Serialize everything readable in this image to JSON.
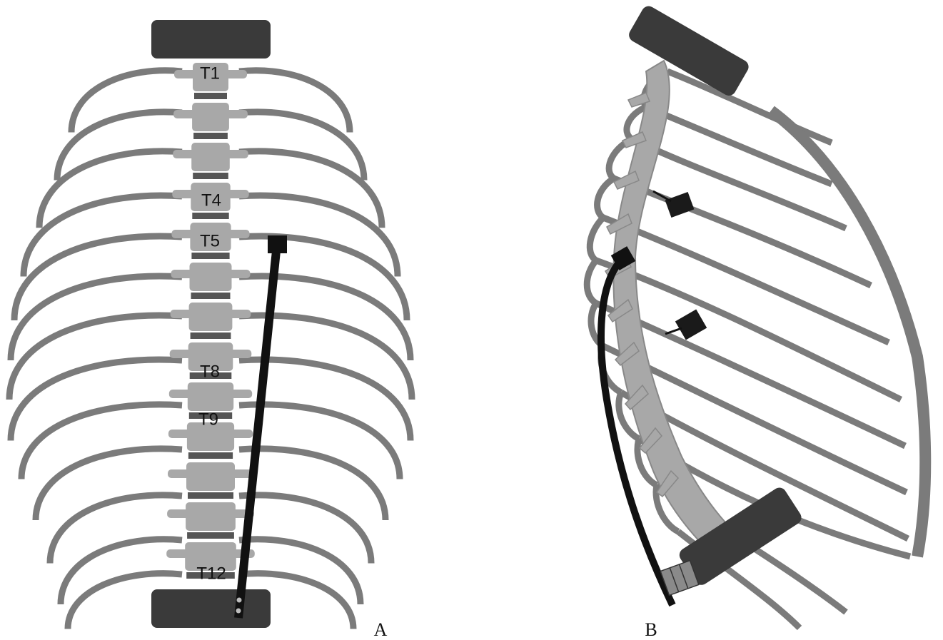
{
  "panels": [
    {
      "label": "A",
      "vertebra_labels": [
        "T1",
        "T4",
        "T5",
        "T8",
        "T9",
        "T12"
      ]
    },
    {
      "label": "B"
    }
  ],
  "colors": {
    "rib": "#7b7b7b",
    "vertebra": "#a8a8a8",
    "disc": "#555555",
    "pad": "#3a3a3a",
    "rod": "#111111"
  }
}
